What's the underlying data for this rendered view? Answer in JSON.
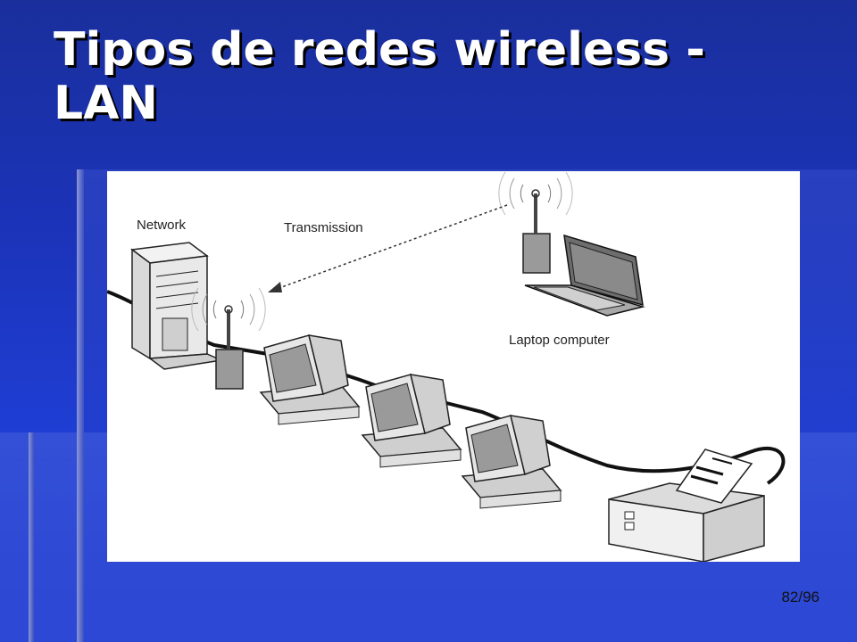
{
  "slide": {
    "title_line1": "Tipos de redes wireless -",
    "title_line2": "LAN",
    "page_number": "82/96"
  },
  "diagram": {
    "labels": {
      "network": "Network",
      "transmission": "Transmission",
      "laptop": "Laptop computer"
    },
    "colors": {
      "background": "#1b33b8",
      "title": "#ffffff",
      "figure_bg": "#ffffff",
      "device_fill": "#e6e6e6",
      "device_stroke": "#222222"
    }
  }
}
